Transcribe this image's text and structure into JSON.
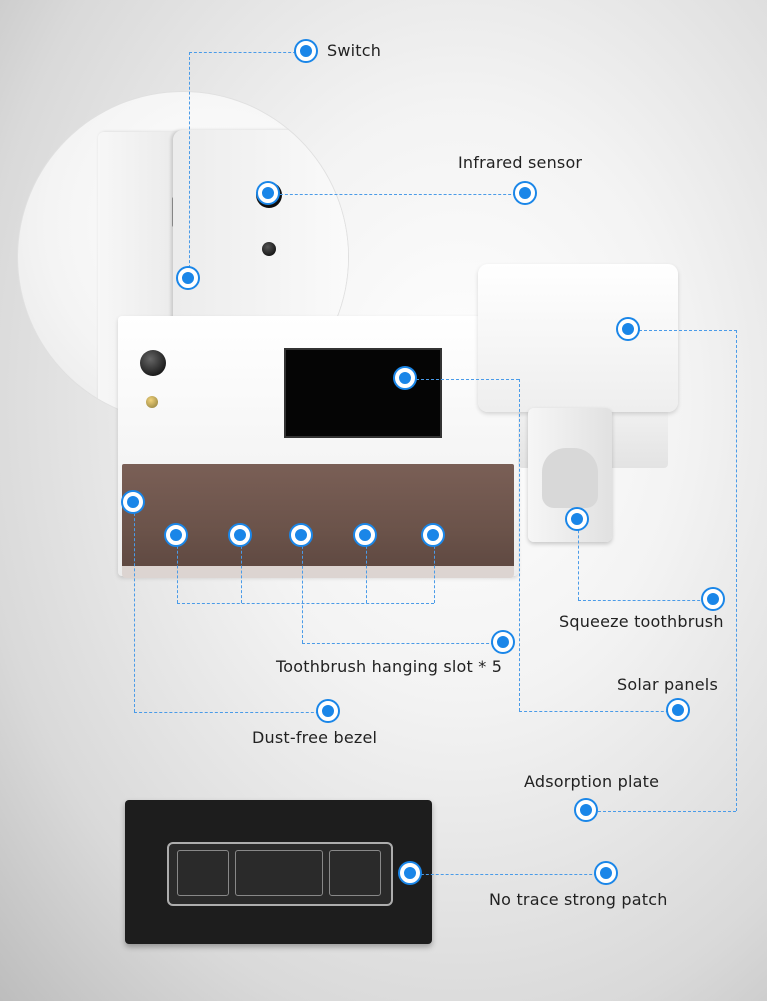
{
  "labels": {
    "switch": "Switch",
    "infrared_sensor": "Infrared sensor",
    "squeeze_toothbrush": "Squeeze toothbrush",
    "toothbrush_hanging_slot": "Toothbrush hanging slot * 5",
    "solar_panels": "Solar panels",
    "dust_free_bezel": "Dust-free bezel",
    "adsorption_plate": "Adsorption plate",
    "no_trace_strong_patch": "No trace strong patch"
  },
  "colors": {
    "marker": "#1a86e8",
    "leader_line": "#4a9be8",
    "bezel": "#6b534a",
    "patch": "#1d1d1d"
  }
}
